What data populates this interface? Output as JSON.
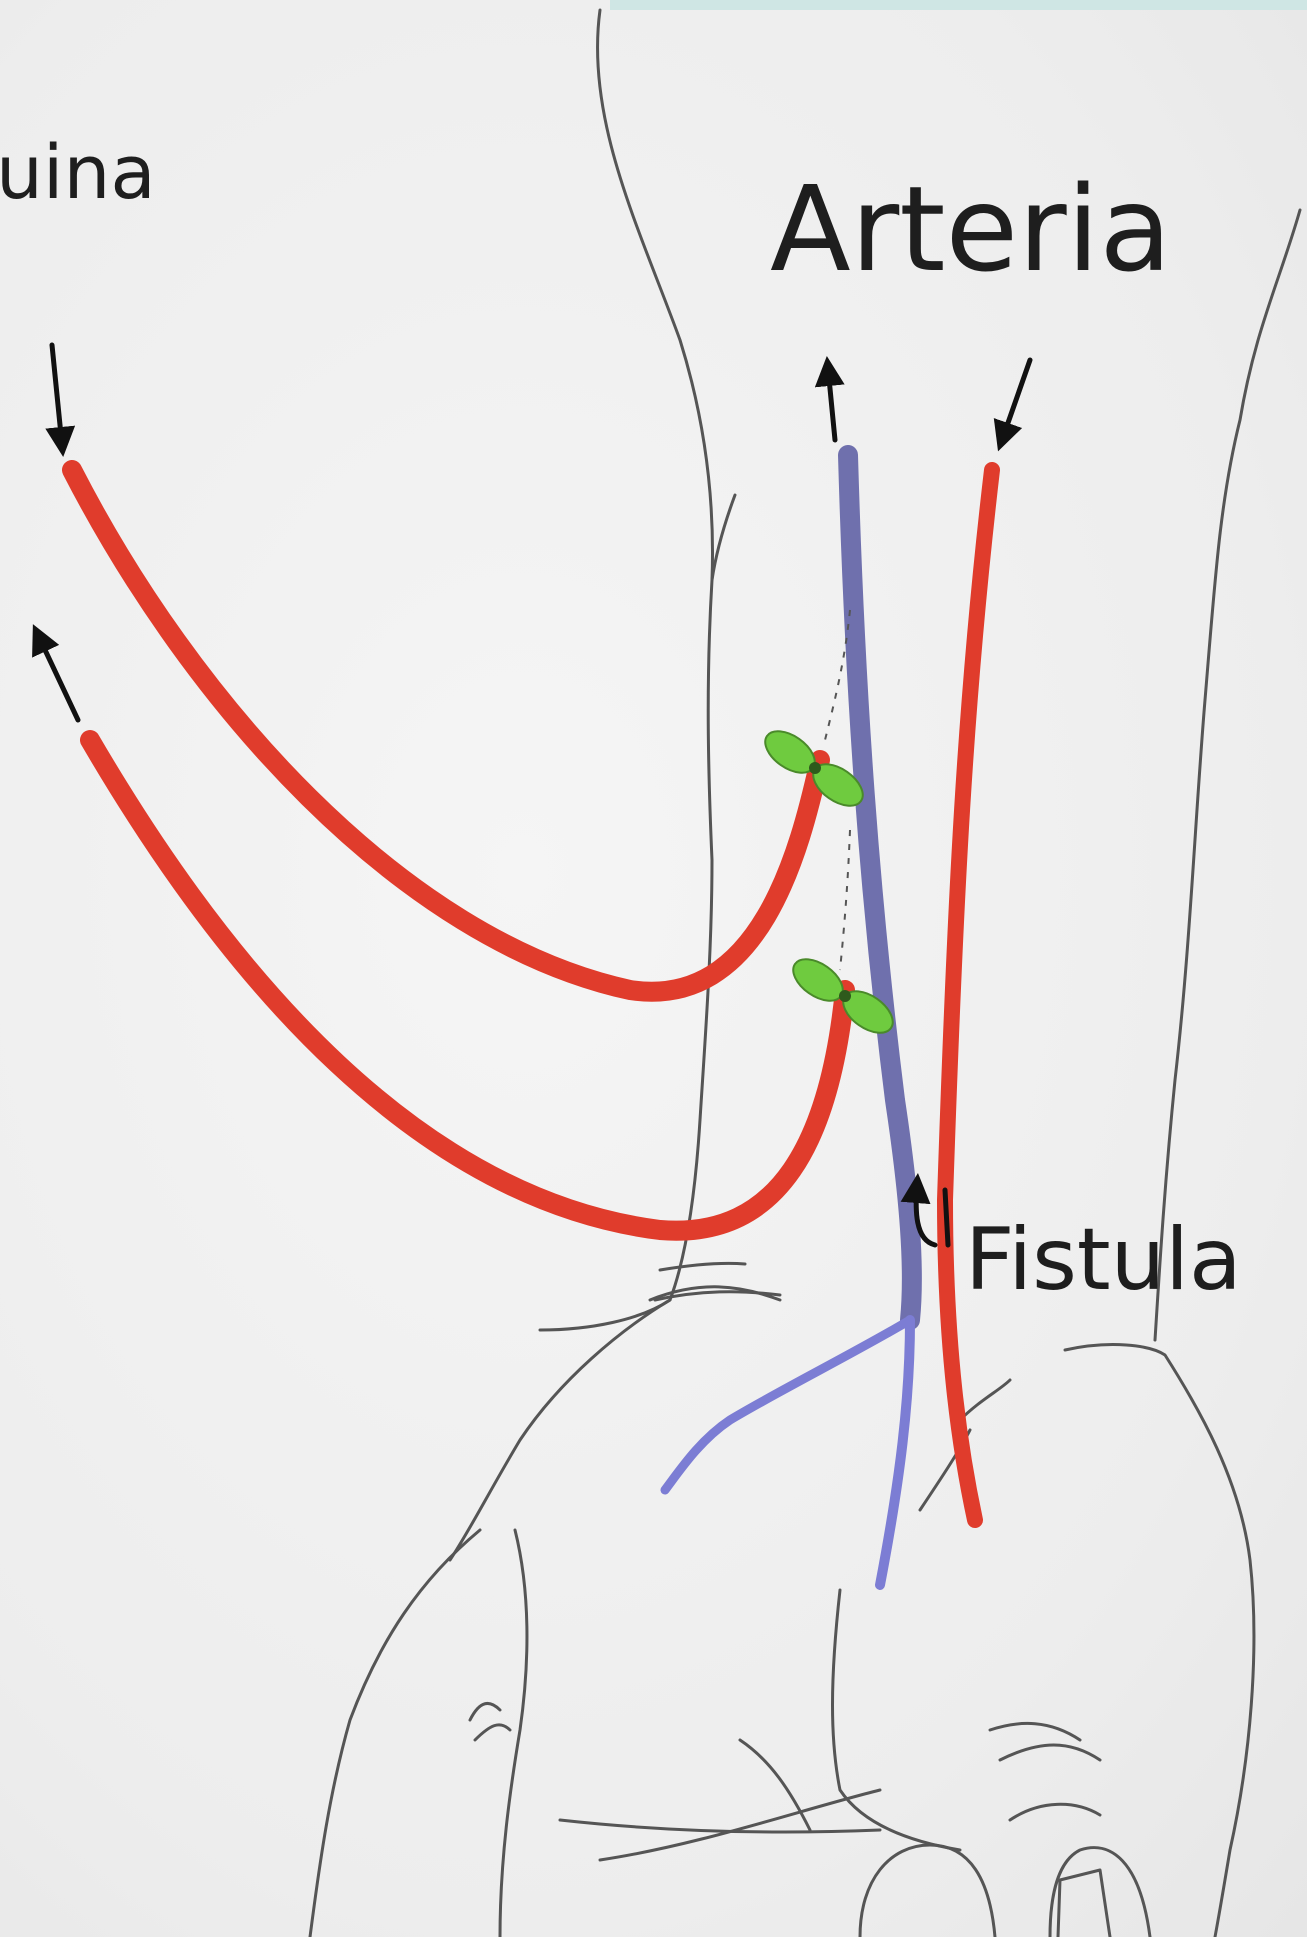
{
  "labels": {
    "top_left": "uina",
    "arteria": "Arteria",
    "fistula": "Fistula"
  },
  "colors": {
    "artery": "#e03c2c",
    "vein": "#6f70ad",
    "vein_light": "#7c7dd4",
    "clip": "#6fcb3f",
    "outline": "#555555",
    "top_band": "#cfe6e4"
  }
}
